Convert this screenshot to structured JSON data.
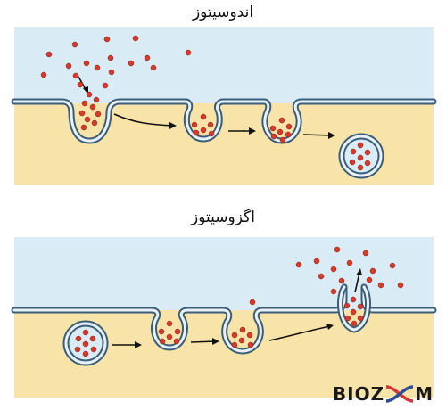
{
  "titles": {
    "endocytosis": "اندوسیتوز",
    "exocytosis": "اگزوسیتوز"
  },
  "logo": {
    "text": "BIOZ M",
    "dna_color_a": "#d6333a",
    "dna_color_b": "#2a4d9a"
  },
  "colors": {
    "extracellular": "#d9ecf6",
    "cytoplasm": "#f8e4a8",
    "membrane_outer": "#3a5d7a",
    "membrane_inner": "#e8f1f5",
    "particle": "#d63a2a",
    "arrow": "#111111"
  }
}
